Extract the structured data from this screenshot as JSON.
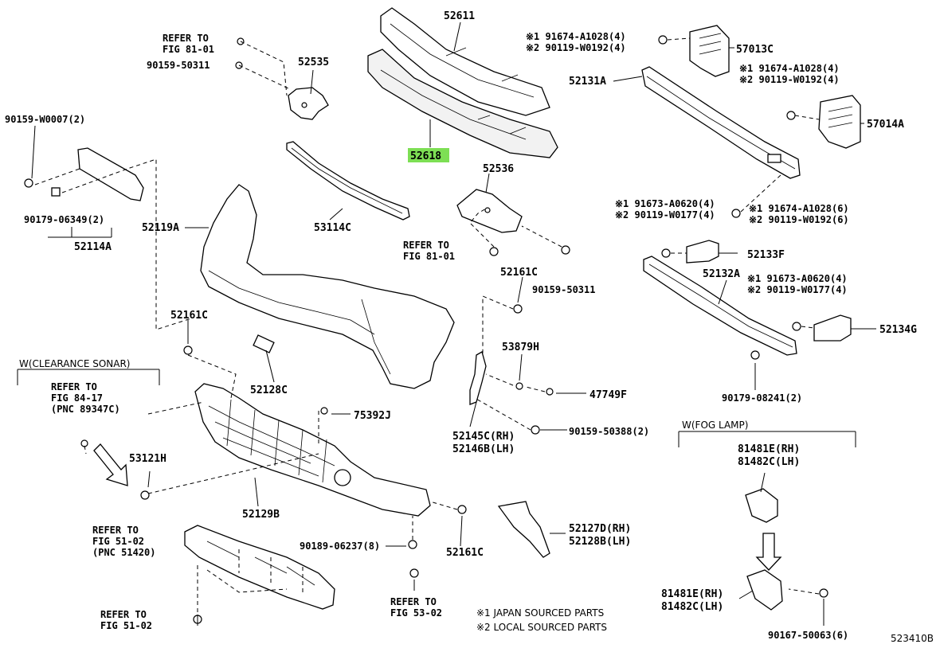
{
  "diagram_id": "523410B",
  "highlighted_part": "52618",
  "parts": {
    "p52611": "52611",
    "p52618": "52618",
    "p52535": "52535",
    "p57013c": "57013C",
    "p57014a": "57014A",
    "p52131a": "52131A",
    "p52536": "52536",
    "p53114c": "53114C",
    "p52119a": "52119A",
    "p52114a": "52114A",
    "p52161c_a": "52161C",
    "p52161c_b": "52161C",
    "p52161c_c": "52161C",
    "p52133f": "52133F",
    "p52132a": "52132A",
    "p52134g": "52134G",
    "p52128c": "52128C",
    "p53879h": "53879H",
    "p47749f": "47749F",
    "p75392j": "75392J",
    "p53121h": "53121H",
    "p52129b": "52129B",
    "p52145c": "52145C(RH)",
    "p52146b": "52146B(LH)",
    "p52127d": "52127D(RH)",
    "p52128b": "52128B(LH)",
    "p81481e_a": "81481E(RH)",
    "p81482c_a": "81482C(LH)",
    "p81481e_b": "81481E(RH)",
    "p81482c_b": "81482C(LH)"
  },
  "fasteners": {
    "f90159_w0007": "90159-W0007(2)",
    "f90179_06349": "90179-06349(2)",
    "f90159_50311_a": "90159-50311",
    "f90159_50311_b": "90159-50311",
    "f1_91674_a1028_4a": "※1 91674-A1028(4)",
    "f2_90119_w0192_4a": "※2 90119-W0192(4)",
    "f1_91674_a1028_4b": "※1 91674-A1028(4)",
    "f2_90119_w0192_4b": "※2 90119-W0192(4)",
    "f1_91673_a0620_4a": "※1 91673-A0620(4)",
    "f2_90119_w0177_4a": "※2 90119-W0177(4)",
    "f1_91674_a1028_6": "※1 91674-A1028(6)",
    "f2_90119_w0192_6": "※2 90119-W0192(6)",
    "f1_91673_a0620_4b": "※1 91673-A0620(4)",
    "f2_90119_w0177_4b": "※2 90119-W0177(4)",
    "f90179_08241": "90179-08241(2)",
    "f90159_50388": "90159-50388(2)",
    "f90189_06237": "90189-06237(8)",
    "f90167_50063": "90167-50063(6)"
  },
  "references": {
    "refer_to": "REFER TO",
    "fig_81_01_a": "FIG 81-01",
    "fig_81_01_b": "FIG 81-01",
    "fig_84_17": "FIG 84-17",
    "pnc_89347c": "(PNC 89347C)",
    "fig_51_02_a": "FIG 51-02",
    "pnc_51420": "(PNC 51420)",
    "fig_51_02_b": "FIG 51-02",
    "fig_53_02": "FIG 53-02"
  },
  "sections": {
    "clearance_sonar": "W(CLEARANCE SONAR)",
    "fog_lamp": "W(FOG LAMP)"
  },
  "legend": {
    "note1": "※1  JAPAN SOURCED PARTS",
    "note2": "※2  LOCAL SOURCED PARTS"
  }
}
